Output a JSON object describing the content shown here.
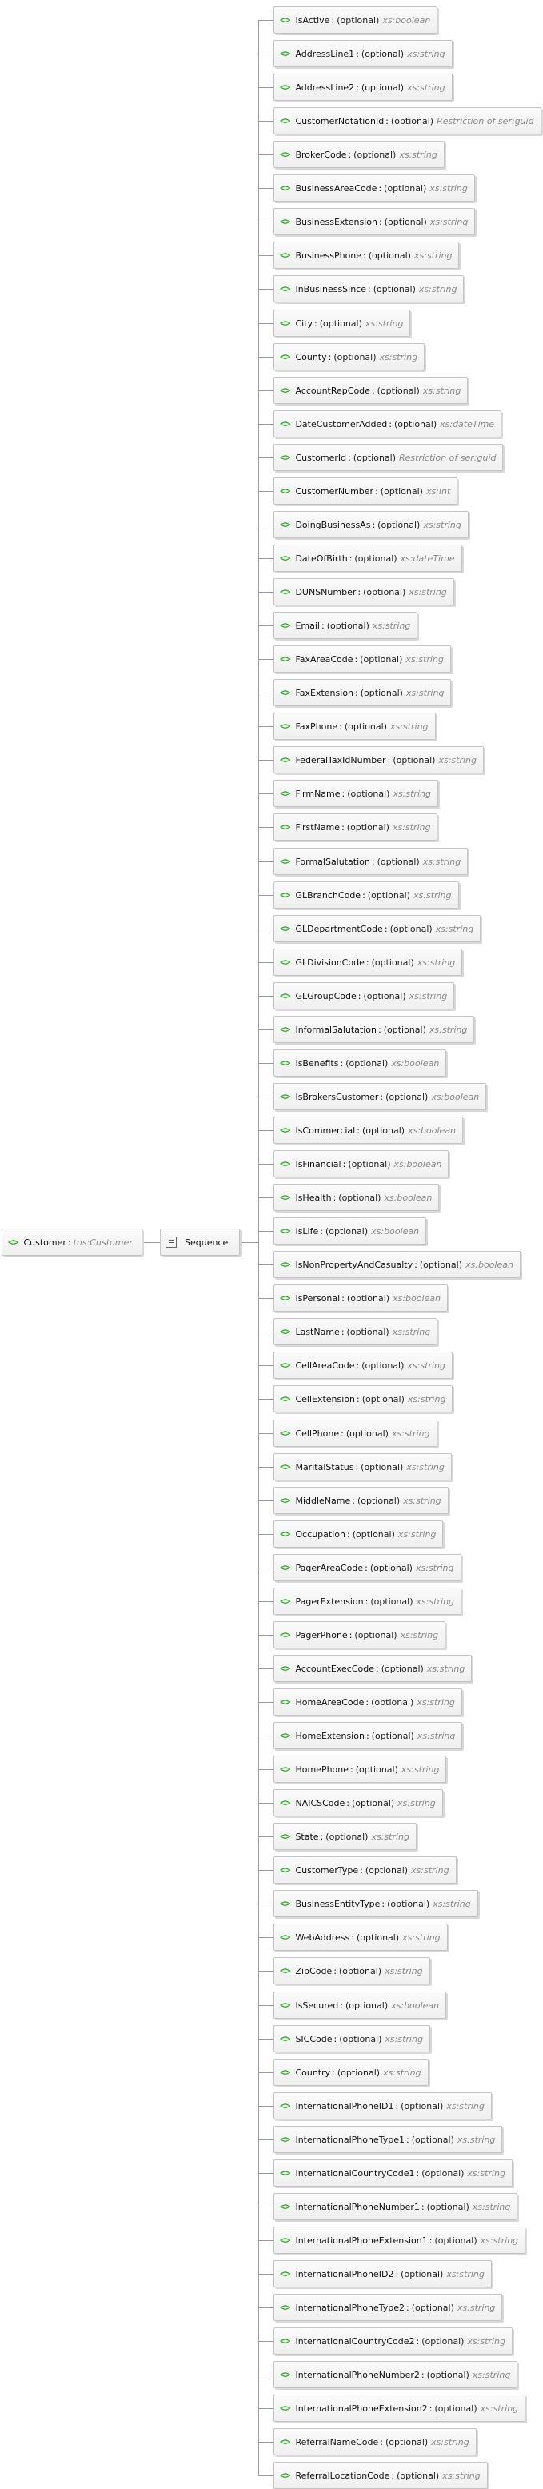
{
  "root": {
    "name": "Customer",
    "type": "tns:Customer"
  },
  "group": {
    "label": "Sequence"
  },
  "icons": {
    "element": "element-tag-icon",
    "sequence": "sequence-icon"
  },
  "colors": {
    "tag": "#3aa832",
    "type_text": "#8a8a8a"
  },
  "optional_label": "(optional)",
  "elements": [
    {
      "name": "IsActive",
      "type": "xs:boolean"
    },
    {
      "name": "AddressLine1",
      "type": "xs:string"
    },
    {
      "name": "AddressLine2",
      "type": "xs:string"
    },
    {
      "name": "CustomerNotationId",
      "type": "Restriction of ser:guid"
    },
    {
      "name": "BrokerCode",
      "type": "xs:string"
    },
    {
      "name": "BusinessAreaCode",
      "type": "xs:string"
    },
    {
      "name": "BusinessExtension",
      "type": "xs:string"
    },
    {
      "name": "BusinessPhone",
      "type": "xs:string"
    },
    {
      "name": "InBusinessSince",
      "type": "xs:string"
    },
    {
      "name": "City",
      "type": "xs:string"
    },
    {
      "name": "County",
      "type": "xs:string"
    },
    {
      "name": "AccountRepCode",
      "type": "xs:string"
    },
    {
      "name": "DateCustomerAdded",
      "type": "xs:dateTime"
    },
    {
      "name": "CustomerId",
      "type": "Restriction of ser:guid"
    },
    {
      "name": "CustomerNumber",
      "type": "xs:int"
    },
    {
      "name": "DoingBusinessAs",
      "type": "xs:string"
    },
    {
      "name": "DateOfBirth",
      "type": "xs:dateTime"
    },
    {
      "name": "DUNSNumber",
      "type": "xs:string"
    },
    {
      "name": "Email",
      "type": "xs:string"
    },
    {
      "name": "FaxAreaCode",
      "type": "xs:string"
    },
    {
      "name": "FaxExtension",
      "type": "xs:string"
    },
    {
      "name": "FaxPhone",
      "type": "xs:string"
    },
    {
      "name": "FederalTaxIdNumber",
      "type": "xs:string"
    },
    {
      "name": "FirmName",
      "type": "xs:string"
    },
    {
      "name": "FirstName",
      "type": "xs:string"
    },
    {
      "name": "FormalSalutation",
      "type": "xs:string"
    },
    {
      "name": "GLBranchCode",
      "type": "xs:string"
    },
    {
      "name": "GLDepartmentCode",
      "type": "xs:string"
    },
    {
      "name": "GLDivisionCode",
      "type": "xs:string"
    },
    {
      "name": "GLGroupCode",
      "type": "xs:string"
    },
    {
      "name": "InformalSalutation",
      "type": "xs:string"
    },
    {
      "name": "IsBenefits",
      "type": "xs:boolean"
    },
    {
      "name": "IsBrokersCustomer",
      "type": "xs:boolean"
    },
    {
      "name": "IsCommercial",
      "type": "xs:boolean"
    },
    {
      "name": "IsFinancial",
      "type": "xs:boolean"
    },
    {
      "name": "IsHealth",
      "type": "xs:boolean"
    },
    {
      "name": "IsLife",
      "type": "xs:boolean"
    },
    {
      "name": "IsNonPropertyAndCasualty",
      "type": "xs:boolean"
    },
    {
      "name": "IsPersonal",
      "type": "xs:boolean"
    },
    {
      "name": "LastName",
      "type": "xs:string"
    },
    {
      "name": "CellAreaCode",
      "type": "xs:string"
    },
    {
      "name": "CellExtension",
      "type": "xs:string"
    },
    {
      "name": "CellPhone",
      "type": "xs:string"
    },
    {
      "name": "MaritalStatus",
      "type": "xs:string"
    },
    {
      "name": "MiddleName",
      "type": "xs:string"
    },
    {
      "name": "Occupation",
      "type": "xs:string"
    },
    {
      "name": "PagerAreaCode",
      "type": "xs:string"
    },
    {
      "name": "PagerExtension",
      "type": "xs:string"
    },
    {
      "name": "PagerPhone",
      "type": "xs:string"
    },
    {
      "name": "AccountExecCode",
      "type": "xs:string"
    },
    {
      "name": "HomeAreaCode",
      "type": "xs:string"
    },
    {
      "name": "HomeExtension",
      "type": "xs:string"
    },
    {
      "name": "HomePhone",
      "type": "xs:string"
    },
    {
      "name": "NAICSCode",
      "type": "xs:string"
    },
    {
      "name": "State",
      "type": "xs:string"
    },
    {
      "name": "CustomerType",
      "type": "xs:string"
    },
    {
      "name": "BusinessEntityType",
      "type": "xs:string"
    },
    {
      "name": "WebAddress",
      "type": "xs:string"
    },
    {
      "name": "ZipCode",
      "type": "xs:string"
    },
    {
      "name": "IsSecured",
      "type": "xs:boolean"
    },
    {
      "name": "SICCode",
      "type": "xs:string"
    },
    {
      "name": "Country",
      "type": "xs:string"
    },
    {
      "name": "InternationalPhoneID1",
      "type": "xs:string"
    },
    {
      "name": "InternationalPhoneType1",
      "type": "xs:string"
    },
    {
      "name": "InternationalCountryCode1",
      "type": "xs:string"
    },
    {
      "name": "InternationalPhoneNumber1",
      "type": "xs:string"
    },
    {
      "name": "InternationalPhoneExtension1",
      "type": "xs:string"
    },
    {
      "name": "InternationalPhoneID2",
      "type": "xs:string"
    },
    {
      "name": "InternationalPhoneType2",
      "type": "xs:string"
    },
    {
      "name": "InternationalCountryCode2",
      "type": "xs:string"
    },
    {
      "name": "InternationalPhoneNumber2",
      "type": "xs:string"
    },
    {
      "name": "InternationalPhoneExtension2",
      "type": "xs:string"
    },
    {
      "name": "ReferralNameCode",
      "type": "xs:string"
    },
    {
      "name": "ReferralLocationCode",
      "type": "xs:string"
    }
  ]
}
